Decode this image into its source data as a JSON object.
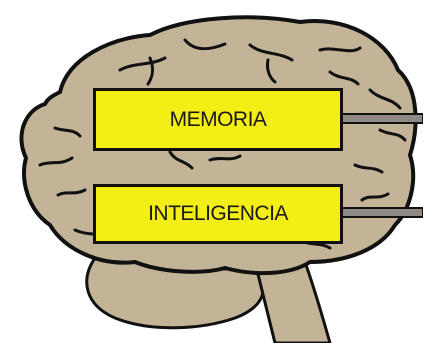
{
  "diagram": {
    "labels": [
      {
        "id": "memoria",
        "text": "MEMORIA"
      },
      {
        "id": "inteligencia",
        "text": "INTELIGENCIA"
      }
    ]
  },
  "colors": {
    "brain_fill": "#c3b498",
    "label_fill": "#f4ee17",
    "outline": "#111111",
    "background": "#ffffff"
  }
}
